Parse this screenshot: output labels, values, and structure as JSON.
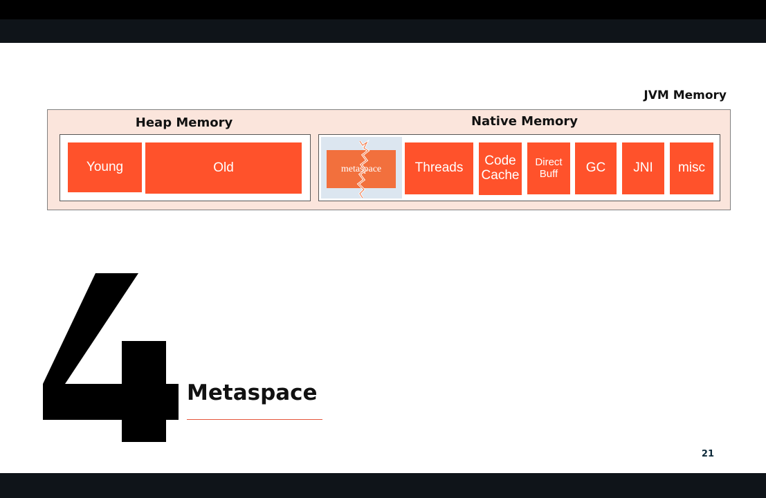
{
  "diagram": {
    "title": "JVM Memory",
    "heap": {
      "title": "Heap Memory",
      "blocks": [
        "Young",
        "Old"
      ]
    },
    "native": {
      "title": "Native Memory",
      "metaspace_label": "metaspace",
      "blocks": [
        "Threads",
        "Code Cache",
        "Direct Buff",
        "GC",
        "JNI",
        "misc"
      ]
    }
  },
  "section": {
    "number": "4",
    "title": "Metaspace"
  },
  "page_number": "21",
  "colors": {
    "accent_orange": "#ff522b",
    "metaspace_orange": "#f2703d",
    "panel_bg": "#fbe5dc",
    "underline": "#e5553b",
    "dark_bar": "#0f1419"
  }
}
